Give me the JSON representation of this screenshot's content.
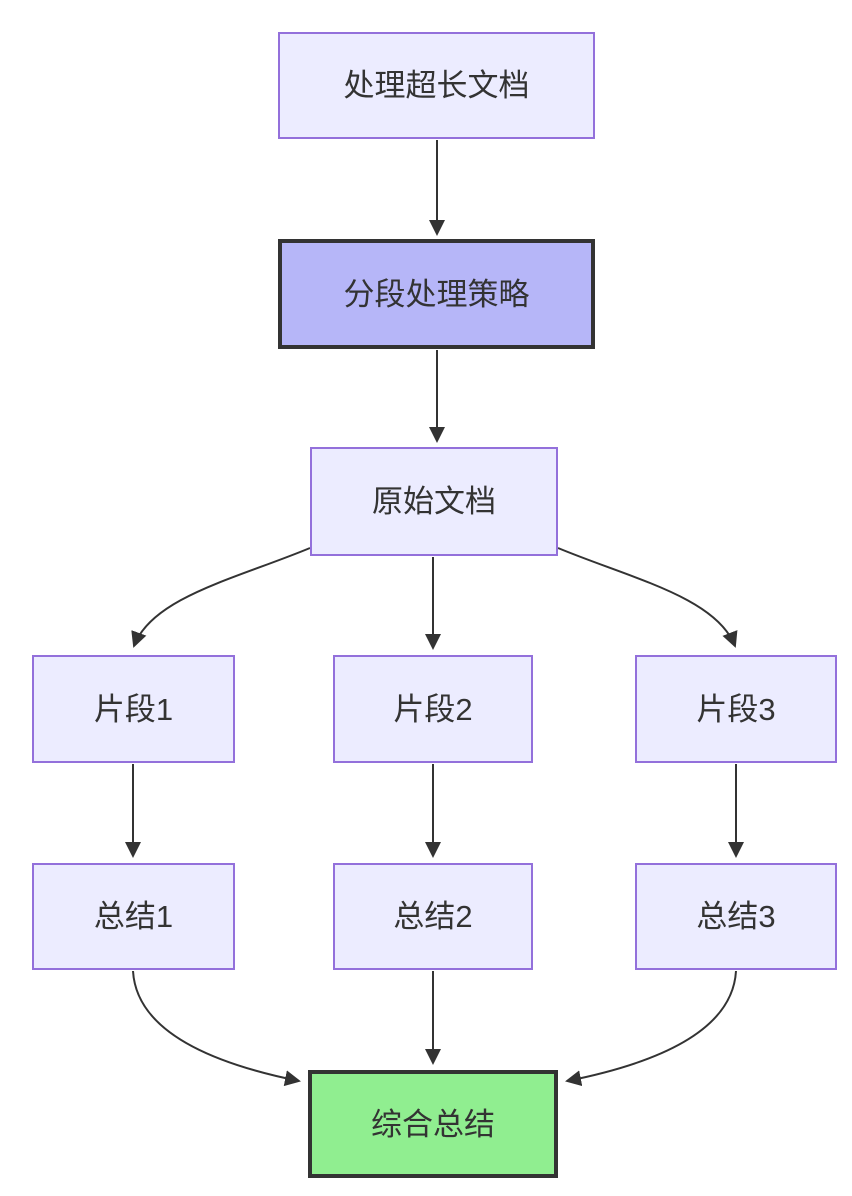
{
  "diagram": {
    "type": "flowchart",
    "direction": "top-down",
    "nodes": [
      {
        "id": "A",
        "label": "处理超长文档",
        "style": "default"
      },
      {
        "id": "B",
        "label": "分段处理策略",
        "style": "emphasis"
      },
      {
        "id": "C",
        "label": "原始文档",
        "style": "default"
      },
      {
        "id": "D",
        "label": "片段1",
        "style": "default"
      },
      {
        "id": "E",
        "label": "片段2",
        "style": "default"
      },
      {
        "id": "F",
        "label": "片段3",
        "style": "default"
      },
      {
        "id": "G",
        "label": "总结1",
        "style": "default"
      },
      {
        "id": "H",
        "label": "总结2",
        "style": "default"
      },
      {
        "id": "I",
        "label": "总结3",
        "style": "default"
      },
      {
        "id": "J",
        "label": "综合总结",
        "style": "success"
      }
    ],
    "edges": [
      {
        "from": "处理超长文档",
        "to": "分段处理策略"
      },
      {
        "from": "分段处理策略",
        "to": "原始文档"
      },
      {
        "from": "原始文档",
        "to": "片段1"
      },
      {
        "from": "原始文档",
        "to": "片段2"
      },
      {
        "from": "原始文档",
        "to": "片段3"
      },
      {
        "from": "片段1",
        "to": "总结1"
      },
      {
        "from": "片段2",
        "to": "总结2"
      },
      {
        "from": "片段3",
        "to": "总结3"
      },
      {
        "from": "总结1",
        "to": "综合总结"
      },
      {
        "from": "总结2",
        "to": "综合总结"
      },
      {
        "from": "总结3",
        "to": "综合总结"
      }
    ],
    "colors": {
      "node_fill": "#ECECFF",
      "node_border": "#9370DB",
      "emphasis_fill": "#B6B6F8",
      "emphasis_border": "#333333",
      "success_fill": "#90EE90",
      "success_border": "#333333",
      "edge": "#333333",
      "text": "#333333",
      "background": "#FFFFFF"
    }
  }
}
